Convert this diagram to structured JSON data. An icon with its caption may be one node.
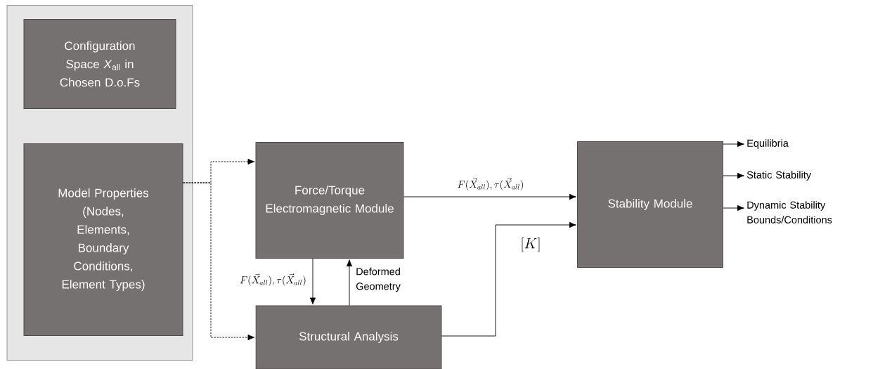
{
  "diagram": {
    "nodes": [
      {
        "text": [],
        "shape": "box"
      },
      {
        "text": [
          "Configuration Space *X*$_{all}$ in Chosen D.o.Fs"
        ],
        "in": 0
      },
      {
        "text": [
          "Model Properties (Nodes, Elements, Boundary Conditions, Element Types)"
        ],
        "in": 0
      },
      {
        "text": [
          "Force/Torque Electromagnetic Module"
        ]
      },
      {
        "text": [
          "Structural Analysis"
        ]
      },
      {
        "text": [
          "Stability Module"
        ]
      },
      {
        "text": [
          "Equilibria"
        ]
      },
      {
        "text": [
          "Static Stability"
        ]
      },
      {
        "text": [
          "Dynamic Stability Bounds/Conditions"
        ]
      }
    ],
    "edges": [
      {
        "from": 2,
        "to": 3,
        "arrow": "to",
        "style": "dashed"
      },
      {
        "from": 2,
        "to": 4,
        "arrow": "to",
        "style": "dashed"
      },
      {
        "from": 3,
        "to": 5,
        "arrow": "to",
        "label": "F(\\vec{X}_{all}), \\tau(\\vec{X}_{all})"
      },
      {
        "from": 3,
        "to": 4,
        "arrow": "to",
        "label": "F(\\vec{X}_{all}), \\tau(\\vec{X}_{all})"
      },
      {
        "from": 4,
        "to": 3,
        "arrow": "to",
        "label": "Deformed Geometry"
      },
      {
        "from": 4,
        "to": 5,
        "arrow": "to",
        "label": "[K]"
      },
      {
        "from": 5,
        "to": 6,
        "arrow": "to"
      },
      {
        "from": 5,
        "to": 7,
        "arrow": "to"
      },
      {
        "from": 5,
        "to": 8,
        "arrow": "to"
      }
    ]
  }
}
